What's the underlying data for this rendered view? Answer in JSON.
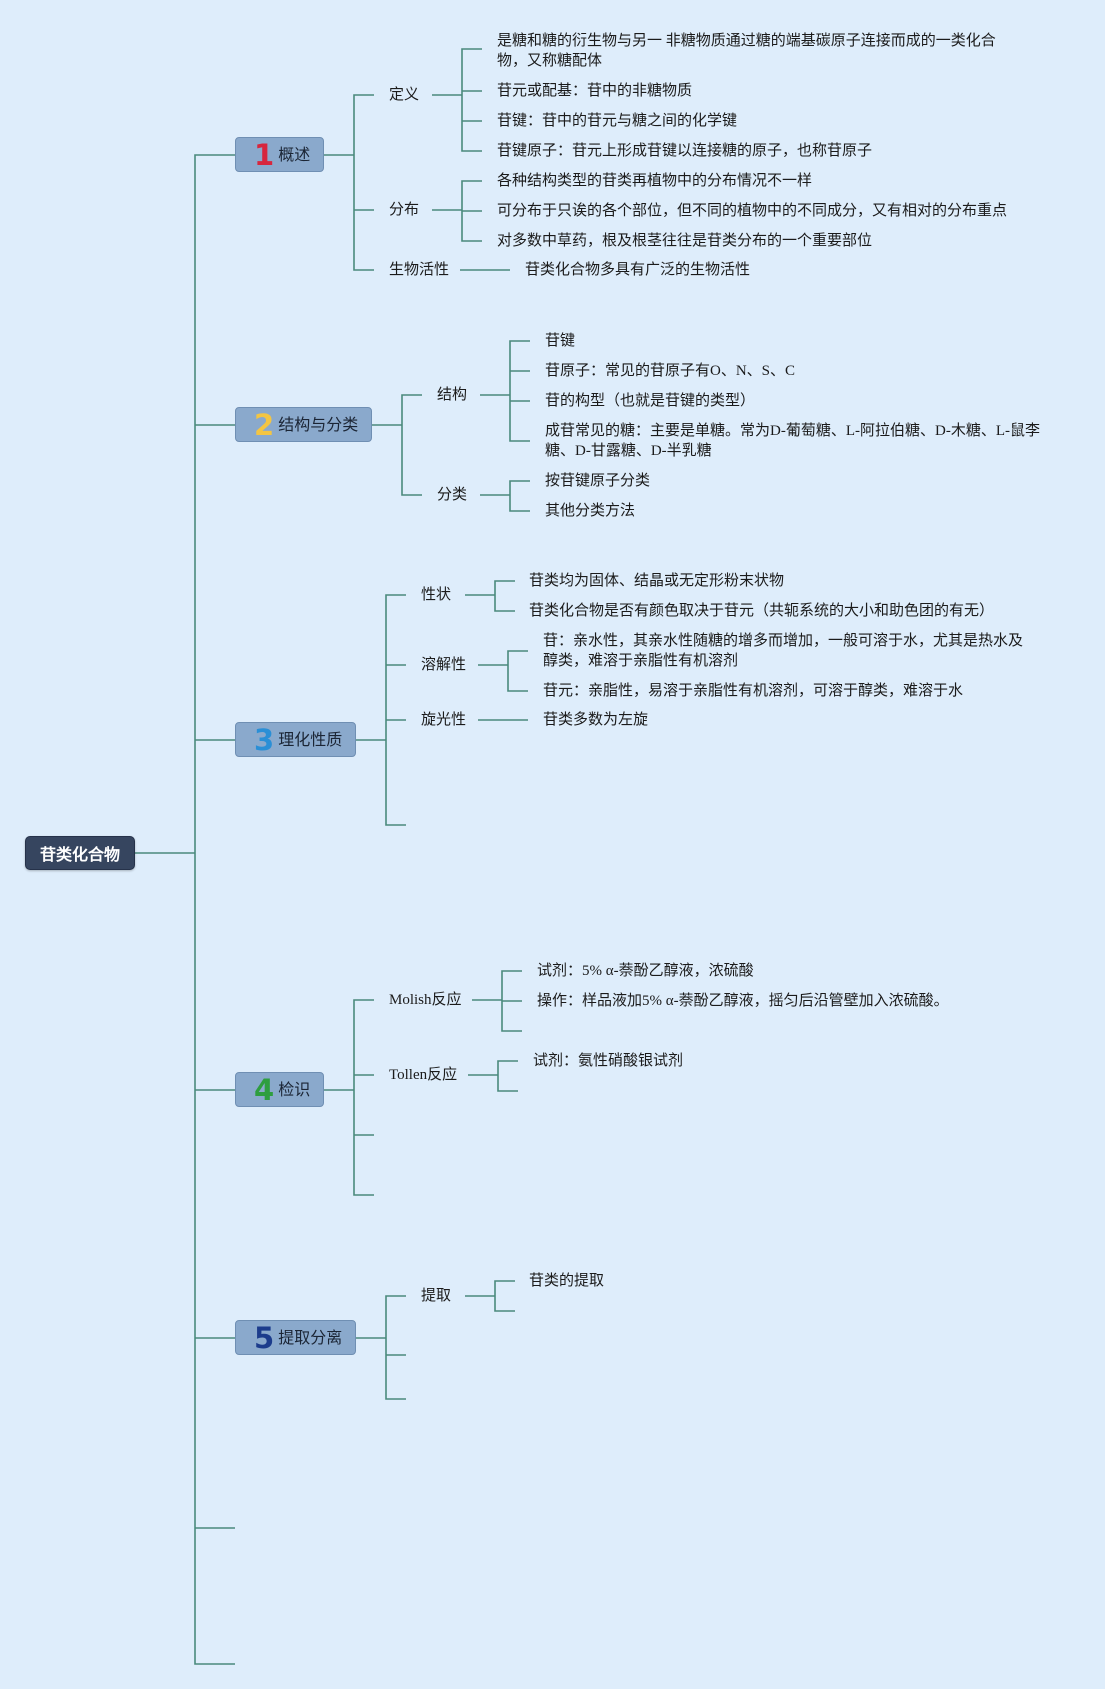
{
  "root": {
    "label": "苷类化合物"
  },
  "topics": [
    {
      "num": "1",
      "num_color": "#d7263d",
      "label": "概述"
    },
    {
      "num": "2",
      "num_color": "#f4c542",
      "label": "结构与分类"
    },
    {
      "num": "3",
      "num_color": "#2a8fd6",
      "label": "理化性质"
    },
    {
      "num": "4",
      "num_color": "#2e9e3f",
      "label": "检识"
    },
    {
      "num": "5",
      "num_color": "#1c3c8c",
      "label": "提取分离"
    }
  ],
  "t1": {
    "definition": {
      "label": "定义",
      "items": [
        "是糖和糖的衍生物与另一 非糖物质通过糖的端基碳原子连接而成的一类化合物，又称糖配体",
        "苷元或配基：苷中的非糖物质",
        "苷键：苷中的苷元与糖之间的化学键",
        "苷键原子：苷元上形成苷键以连接糖的原子，也称苷原子"
      ]
    },
    "distribution": {
      "label": "分布",
      "items": [
        "各种结构类型的苷类再植物中的分布情况不一样",
        "可分布于只诶的各个部位，但不同的植物中的不同成分，又有相对的分布重点",
        "对多数中草药，根及根茎往往是苷类分布的一个重要部位"
      ]
    },
    "bioactivity": {
      "label": "生物活性",
      "items": [
        "苷类化合物多具有广泛的生物活性"
      ]
    }
  },
  "t2": {
    "structure": {
      "label": "结构",
      "items": [
        "苷键",
        "苷原子：常见的苷原子有O、N、S、C",
        "苷的构型（也就是苷键的类型）",
        "成苷常见的糖：主要是单糖。常为D-葡萄糖、L-阿拉伯糖、D-木糖、L-鼠李糖、D-甘露糖、D-半乳糖"
      ]
    },
    "classification": {
      "label": "分类",
      "items": [
        "按苷键原子分类",
        "其他分类方法"
      ]
    }
  },
  "t3": {
    "appearance": {
      "label": "性状",
      "items": [
        "苷类均为固体、结晶或无定形粉末状物",
        "苷类化合物是否有颜色取决于苷元（共轭系统的大小和助色团的有无）"
      ]
    },
    "solubility": {
      "label": "溶解性",
      "items": [
        "苷：亲水性，其亲水性随糖的增多而增加，一般可溶于水，尤其是热水及醇类，难溶于亲脂性有机溶剂",
        "苷元：亲脂性，易溶于亲脂性有机溶剂，可溶于醇类，难溶于水"
      ]
    },
    "optical": {
      "label": "旋光性",
      "items": [
        "苷类多数为左旋"
      ]
    }
  },
  "t4": {
    "molish": {
      "label": "Molish反应",
      "items": [
        "试剂：5% α-萘酚乙醇液，浓硫酸",
        "操作：样品液加5% α-萘酚乙醇液，摇匀后沿管壁加入浓硫酸。"
      ]
    },
    "tollen": {
      "label": "Tollen反应",
      "items": [
        "试剂：氨性硝酸银试剂"
      ]
    }
  },
  "t5": {
    "extract": {
      "label": "提取",
      "items": [
        "苷类的提取"
      ]
    }
  },
  "colors": {
    "line": "#4a8a7c",
    "background": "#deedfb",
    "root": "#36455f",
    "topic": "#8aa9cc"
  }
}
